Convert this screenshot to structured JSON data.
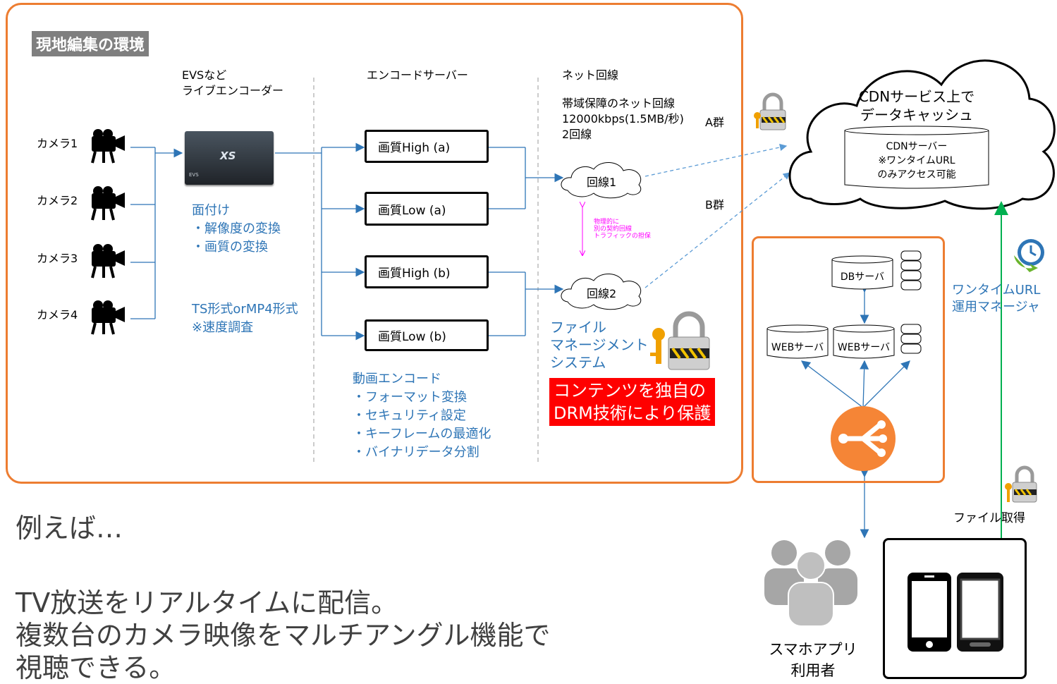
{
  "site_box": {
    "title": "現地編集の環境",
    "col1_header": [
      "EVSなど",
      "ライブエンコーダー"
    ],
    "col2_header": "エンコードサーバー",
    "col3_header": "ネット回線",
    "cameras": [
      "カメラ1",
      "カメラ2",
      "カメラ3",
      "カメラ4"
    ],
    "evs_label": "XS",
    "evs_brand": "EVS",
    "encoder_notes": [
      "面付け",
      "・解像度の変換",
      "・画質の変換"
    ],
    "format_notes": [
      "TS形式orMP4形式",
      "※速度調査"
    ],
    "quality_boxes": [
      "画質High (a)",
      "画質Low (a)",
      "画質High (b)",
      "画質Low (b)"
    ],
    "encode_notes": [
      "動画エンコード",
      "・フォーマット変換",
      "・セキュリティ設定",
      "・キーフレームの最適化",
      "・バイナリデータ分割"
    ],
    "line_spec": [
      "帯域保障のネット回線",
      "12000kbps(1.5MB/秒)",
      "2回線"
    ],
    "group_a": "A群",
    "group_b": "B群",
    "line1": "回線1",
    "line2": "回線2",
    "physical_note": [
      "物理的に",
      "別の契約回線",
      "トラフィックの担保"
    ],
    "file_mgmt": [
      "ファイル",
      "マネージメント",
      "システム"
    ],
    "drm": [
      "コンテンツを独自の",
      "DRM技術により保護"
    ]
  },
  "cdn": {
    "title": [
      "CDNサービス上で",
      "データキャッシュ"
    ],
    "server": [
      "CDNサーバー",
      "※ワンタイムURL",
      "のみアクセス可能"
    ]
  },
  "web_system": {
    "db": "DBサーバ",
    "web1": "WEBサーバ",
    "web2": "WEBサーバ"
  },
  "onetime": [
    "ワンタイムURL",
    "運用マネージャ"
  ],
  "file_get": "ファイル取得",
  "users": [
    "スマホアプリ",
    "利用者"
  ],
  "example": {
    "lead": "例えば…",
    "lines": [
      "TV放送をリアルタイムに配信。",
      "複数台のカメラ映像をマルチアングル機能で",
      "視聴できる。"
    ]
  },
  "colors": {
    "orange": "#ED7D31",
    "blue": "#2E75B6",
    "green": "#00B050",
    "magenta": "#FF00FF",
    "red": "#FF0000",
    "gray_tag": "#7F7F7F"
  },
  "icons": [
    "camera-icon",
    "lock-icon",
    "key-icon",
    "cloud-icon",
    "clock-icon",
    "database-icon",
    "load-balancer-icon",
    "users-icon",
    "smartphone-icon"
  ]
}
